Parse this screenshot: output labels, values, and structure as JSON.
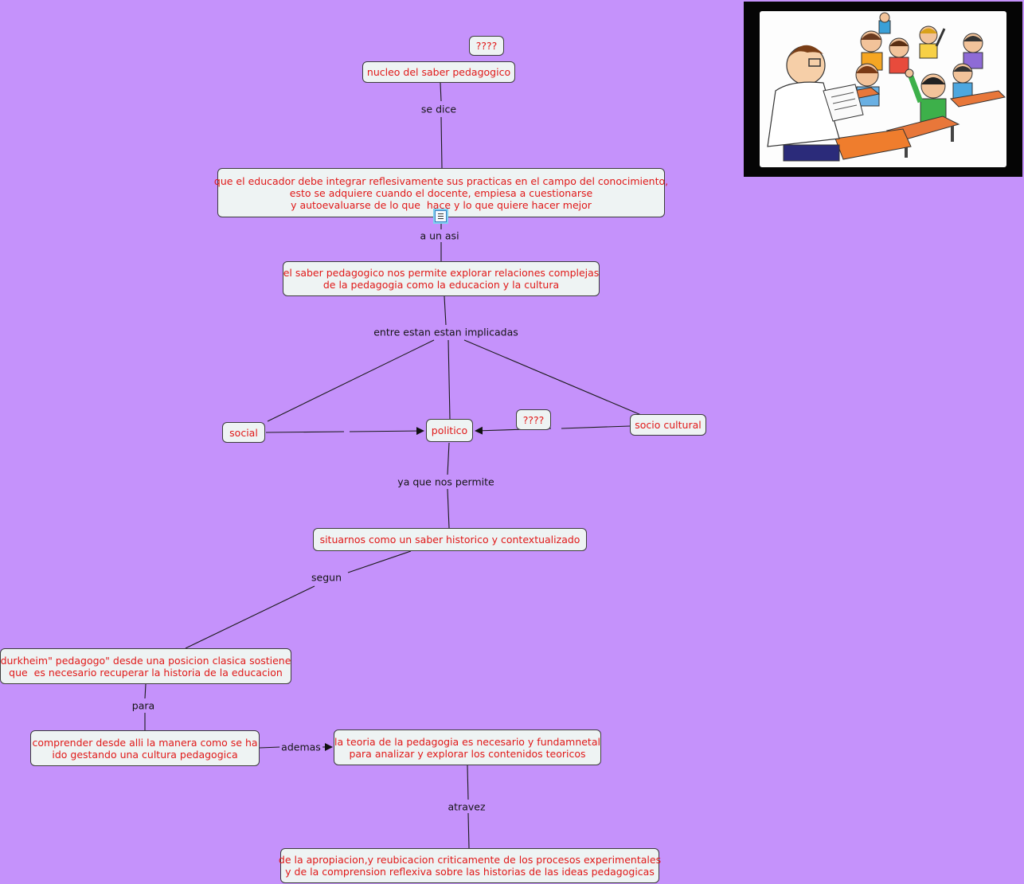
{
  "concepts": {
    "q_top": "????",
    "nucleo": "nucleo del saber pedagogico",
    "educador": "que el educador debe integrar reflesivamente sus practicas en el campo del conocimiento,\nesto se adquiere cuando el docente, empiesa a cuestionarse\ny autoevaluarse de lo que  hace y lo que quiere hacer mejor",
    "saber": "el saber pedagogico nos permite explorar relaciones complejas\nde la pedagogia como la educacion y la cultura",
    "social": "social",
    "politico": "politico",
    "q_mid": "????",
    "socio_cultural": "socio cultural",
    "situarnos": "situarnos como un saber historico y contextualizado",
    "durkheim": "durkheim\" pedagogo\" desde una posicion clasica sostiene\nque  es necesario recuperar la historia de la educacion",
    "comprender": "comprender desde alli la manera como se ha\nido gestando una cultura pedagogica",
    "teoria": "la teoria de la pedagogia es necesario y fundamnetal\npara analizar y explorar los contenidos teoricos",
    "apropiacion": "de la apropiacion,y reubicacion criticamente de los procesos experimentales\ny de la comprension reflexiva sobre las historias de las ideas pedagogicas"
  },
  "links": {
    "se_dice": "se dice",
    "a_un_asi": "a un asi",
    "entre": "entre estan estan implicadas",
    "ya_que": "ya que nos permite",
    "segun": "segun",
    "para": "para",
    "ademas": "ademas",
    "atravez": "atravez"
  },
  "icons": {
    "resource": "document-icon",
    "image": "classroom-teacher-students-image"
  },
  "colors": {
    "background": "#c592fb",
    "concept_text": "#e01818",
    "concept_fill": "#eef3f3",
    "link_text": "#141414",
    "line": "#1a1a1a"
  }
}
